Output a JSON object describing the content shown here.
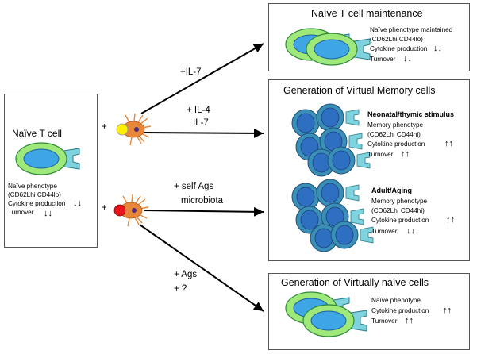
{
  "naive_box": {
    "title": "Naïve T cell",
    "phenotype": "Naïve phenotype",
    "markers": "(CD62Lhi CD44lo)",
    "cytokine": "Cytokine production",
    "cytokine_arrows": "↓↓",
    "turnover": "Turnover",
    "turnover_arrows": "↓↓"
  },
  "arrows": {
    "il7": "+IL-7",
    "il4": "+ IL-4",
    "il7b": "IL-7",
    "self_ags": "+ self Ags",
    "microbiota": "microbiota",
    "ags": "+ Ags",
    "q": "+ ?",
    "plus_top": "+",
    "plus_bottom": "+"
  },
  "maintenance": {
    "title": "Naïve T cell maintenance",
    "line1": "Naïve phenotype  maintained",
    "line2": "(CD62Lhi CD44lo)",
    "line3": "Cytokine production",
    "line3_arrows": "↓↓",
    "line4": "Turnover",
    "line4_arrows": "↓↓"
  },
  "virtual_memory": {
    "title": "Generation of Virtual Memory cells",
    "neonatal": {
      "heading": "Neonatal/thymic stimulus",
      "line1": "Memory phenotype",
      "line2": "(CD62Lhi CD44hi)",
      "line3": "Cytokine production",
      "line3_arrows": "↑↑",
      "line4": "Turnover",
      "line4_arrows": "↑↑"
    },
    "adult": {
      "heading": "Adult/Aging",
      "line1": "Memory phenotype",
      "line2": "(CD62Lhi CD44hi)",
      "line3": "Cytokine production",
      "line3_arrows": "↑↑",
      "line4": "Turnover",
      "line4_arrows": "↓↓"
    }
  },
  "virtually_naive": {
    "title": "Generation of Virtually naïve cells",
    "line1": "Naïve phenotype",
    "line2": "Cytokine production",
    "line2_arrows": "↑↑",
    "line3": "Turnover",
    "line3_arrows": "↑↑"
  },
  "colors": {
    "naive_outer": "#9fe87a",
    "naive_nucleus": "#3fa6e6",
    "memory_outer": "#3a8fb7",
    "memory_nucleus": "#2f6fc2",
    "tail": "#7fd3df",
    "dc_body": "#e8873a",
    "yellow_ag": "#ffef00",
    "red_ag": "#e8141d"
  }
}
